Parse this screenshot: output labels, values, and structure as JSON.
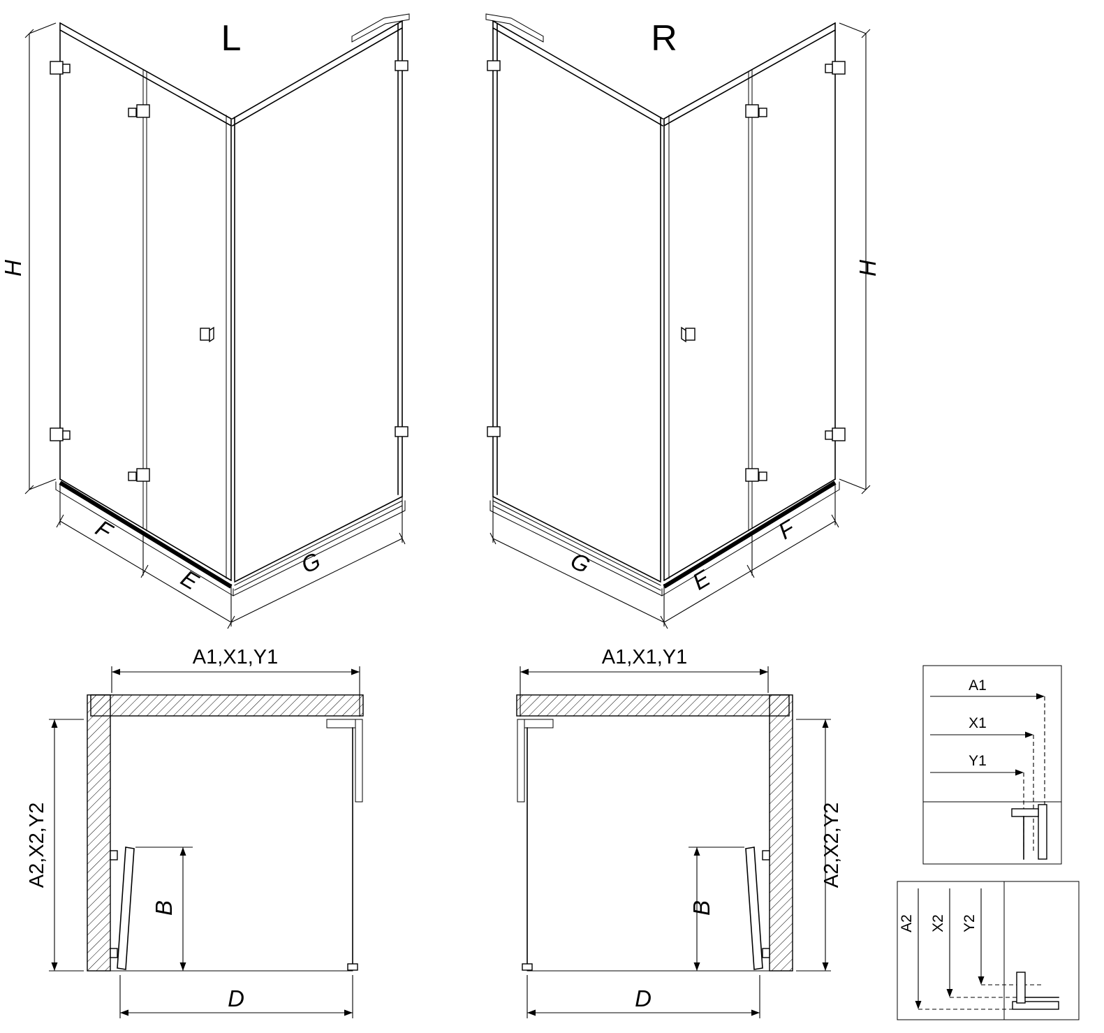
{
  "drawing": {
    "iso_left": {
      "label": "L",
      "h": "H",
      "f": "F",
      "e": "E",
      "g": "G"
    },
    "iso_right": {
      "label": "R",
      "h": "H",
      "f": "F",
      "e": "E",
      "g": "G"
    },
    "plan_left": {
      "top": "A1,X1,Y1",
      "side": "A2,X2,Y2",
      "b": "B",
      "d": "D"
    },
    "plan_right": {
      "top": "A1,X1,Y1",
      "side": "A2,X2,Y2",
      "b": "B",
      "d": "D"
    },
    "detail_top": {
      "rows": [
        "A1",
        "X1",
        "Y1"
      ]
    },
    "detail_bottom": {
      "rows": [
        "A2",
        "X2",
        "Y2"
      ]
    }
  },
  "colors": {
    "line": "#000000",
    "background": "#ffffff"
  }
}
